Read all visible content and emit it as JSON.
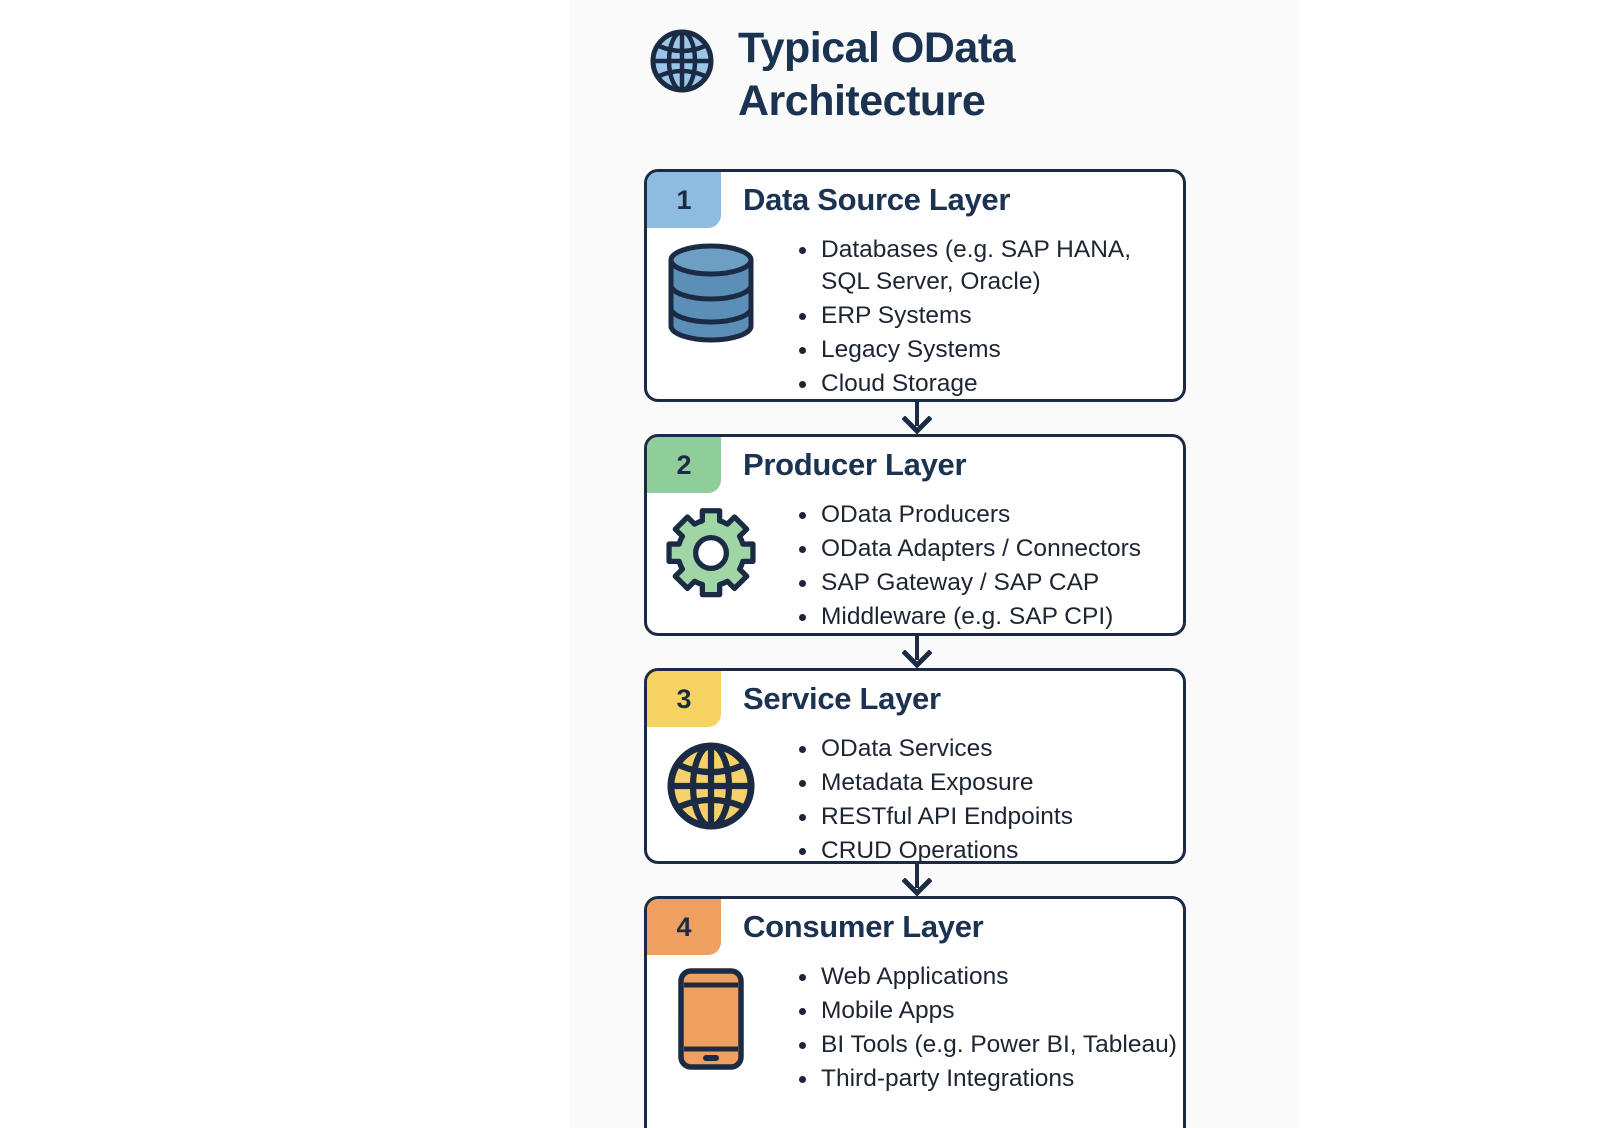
{
  "header": {
    "title_line1": "Typical OData",
    "title_line2": "Architecture",
    "icon": "globe-icon"
  },
  "colors": {
    "ink": "#1b2b44",
    "title_ink": "#1b3350",
    "text": "#1d2533",
    "card_bg": "#ffffff",
    "page_bg": "#ffffff",
    "panel_bg": "#fafafa",
    "badge_1": "#8ebbe0",
    "badge_2": "#8fce9b",
    "badge_3": "#f6d263",
    "badge_4": "#ef9f5f",
    "icon_db": "#5c8fb8",
    "icon_gear": "#a0d6a5",
    "icon_globe": "#f6d169",
    "icon_phone": "#ef9f5f",
    "title_globe": "#9cc6e8"
  },
  "layers": [
    {
      "number": "1",
      "title": "Data Source Layer",
      "icon": "database-icon",
      "items": [
        "Databases (e.g. SAP HANA, SQL Server, Oracle)",
        "ERP Systems",
        "Legacy Systems",
        "Cloud Storage"
      ]
    },
    {
      "number": "2",
      "title": "Producer Layer",
      "icon": "gear-icon",
      "items": [
        "OData Producers",
        "OData Adapters / Connectors",
        "SAP Gateway / SAP CAP",
        "Middleware (e.g. SAP CPI)"
      ]
    },
    {
      "number": "3",
      "title": "Service Layer",
      "icon": "globe-icon",
      "items": [
        "OData Services",
        "Metadata Exposure",
        "RESTful API Endpoints",
        "CRUD Operations"
      ]
    },
    {
      "number": "4",
      "title": "Consumer Layer",
      "icon": "mobile-phone-icon",
      "items": [
        "Web Applications",
        "Mobile Apps",
        "BI Tools (e.g. Power BI, Tableau)",
        "Third-party Integrations"
      ]
    }
  ],
  "connectors": [
    {
      "name": "arrow-layer1-to-layer2"
    },
    {
      "name": "arrow-layer2-to-layer3"
    },
    {
      "name": "arrow-layer3-to-layer4"
    }
  ]
}
